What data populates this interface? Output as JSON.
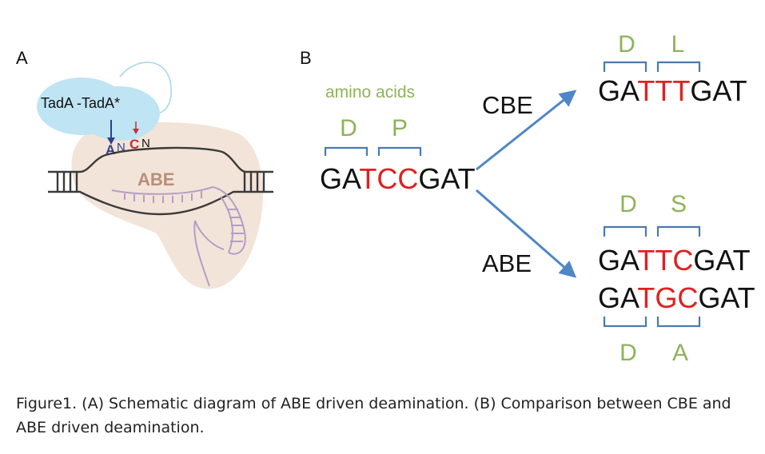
{
  "panel_a": {
    "label": "A",
    "enzyme_label": "TadA -TadA*",
    "editor_label": "ABE",
    "site_letters": [
      "A",
      "N",
      "C",
      "N"
    ]
  },
  "panel_b": {
    "label": "B",
    "amino_acids_label": "amino acids",
    "source": {
      "codons_aa": [
        "D",
        "P"
      ],
      "seq": [
        {
          "text": "GA",
          "edited": false
        },
        {
          "text": "TCC",
          "edited": true
        },
        {
          "text": "GAT",
          "edited": false
        }
      ]
    },
    "cbe": {
      "arrow_label": "CBE",
      "codons_aa": [
        "D",
        "L"
      ],
      "seq": [
        {
          "text": "GA",
          "edited": false
        },
        {
          "text": "TTT",
          "edited": true
        },
        {
          "text": "GAT",
          "edited": false
        }
      ]
    },
    "abe": {
      "arrow_label": "ABE",
      "codons_aa_top": [
        "D",
        "S"
      ],
      "codons_aa_bottom": [
        "D",
        "A"
      ],
      "seq1": [
        {
          "text": "GA",
          "edited": false
        },
        {
          "text": "TTC",
          "edited": true
        },
        {
          "text": "GAT",
          "edited": false
        }
      ],
      "seq2": [
        {
          "text": "GA",
          "edited": false
        },
        {
          "text": "TGC",
          "edited": true
        },
        {
          "text": "GAT",
          "edited": false
        }
      ]
    }
  },
  "caption": {
    "line1": "Figure1. (A) Schematic diagram of ABE driven deamination. (B) Comparison between CBE and",
    "line2": "ABE driven deamination."
  },
  "colors": {
    "amino_acid_green": "#8db35a",
    "bracket_blue": "#4a7ab0",
    "arrow_blue": "#4f86c6",
    "edited_red": "#e02020",
    "tada_blue": "#bfe4f4",
    "cas_body": "#f2e4d8",
    "dna_strand": "#3a3a3a",
    "rna_purple": "#b79cc6",
    "abe_text": "#b88e7a",
    "a_navy": "#2f3f8f",
    "c_red": "#c0303a"
  }
}
